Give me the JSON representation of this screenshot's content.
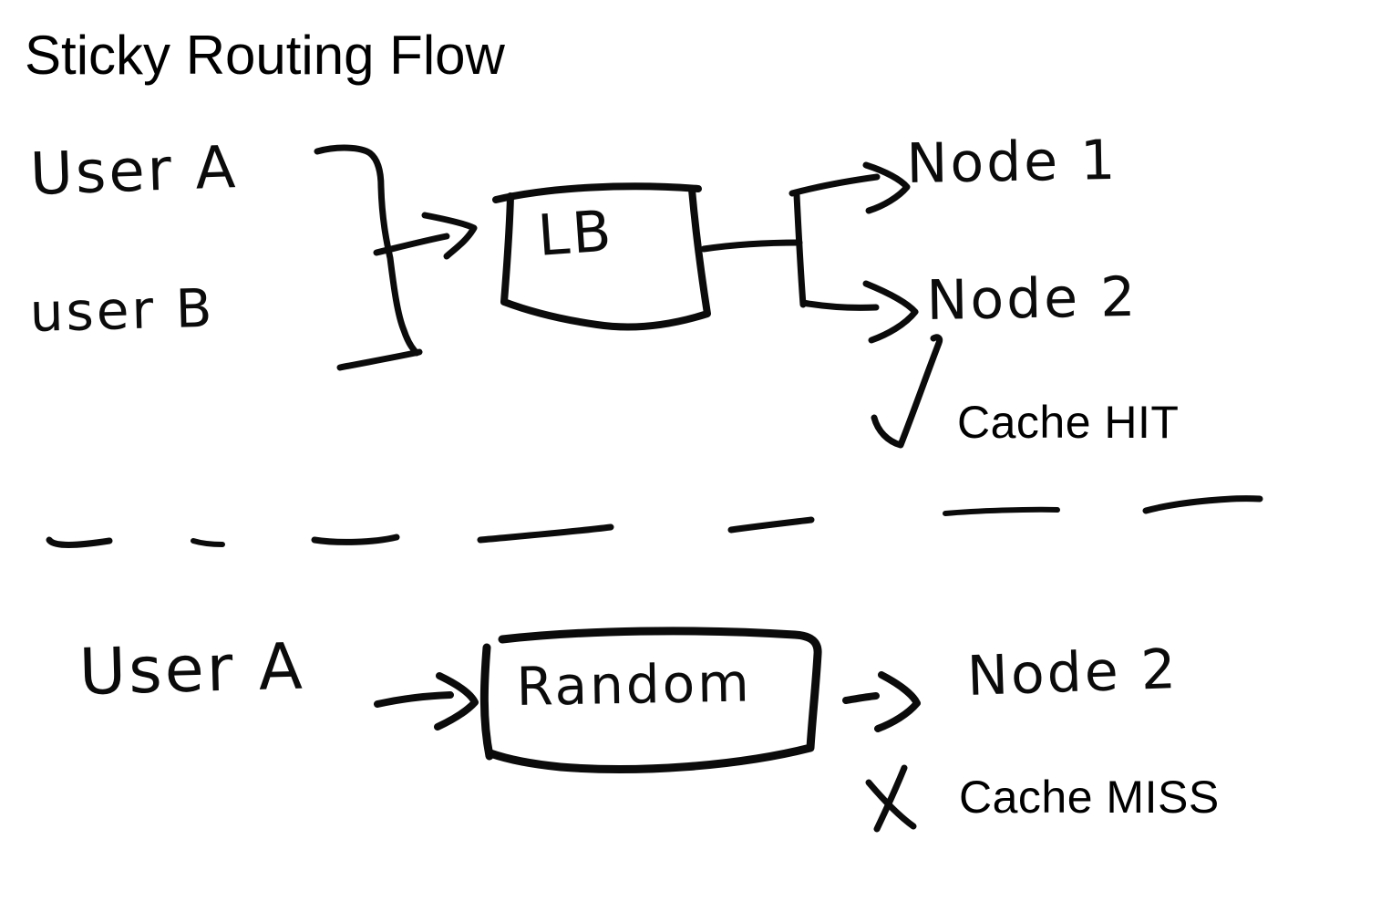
{
  "title": "Sticky Routing Flow",
  "colors": {
    "background": "#ffffff",
    "ink": "#0b0b0b"
  },
  "top_flow": {
    "users": [
      {
        "label": "User A"
      },
      {
        "label": "user B"
      }
    ],
    "lb_label": "LB",
    "nodes": [
      {
        "label": "Node 1"
      },
      {
        "label": "Node 2"
      }
    ],
    "cache_result": "Cache HIT",
    "result_icon": "checkmark-icon"
  },
  "bottom_flow": {
    "user": "User A",
    "router_label": "Random",
    "node": "Node 2",
    "cache_result": "Cache MISS",
    "result_icon": "x-mark-icon"
  }
}
